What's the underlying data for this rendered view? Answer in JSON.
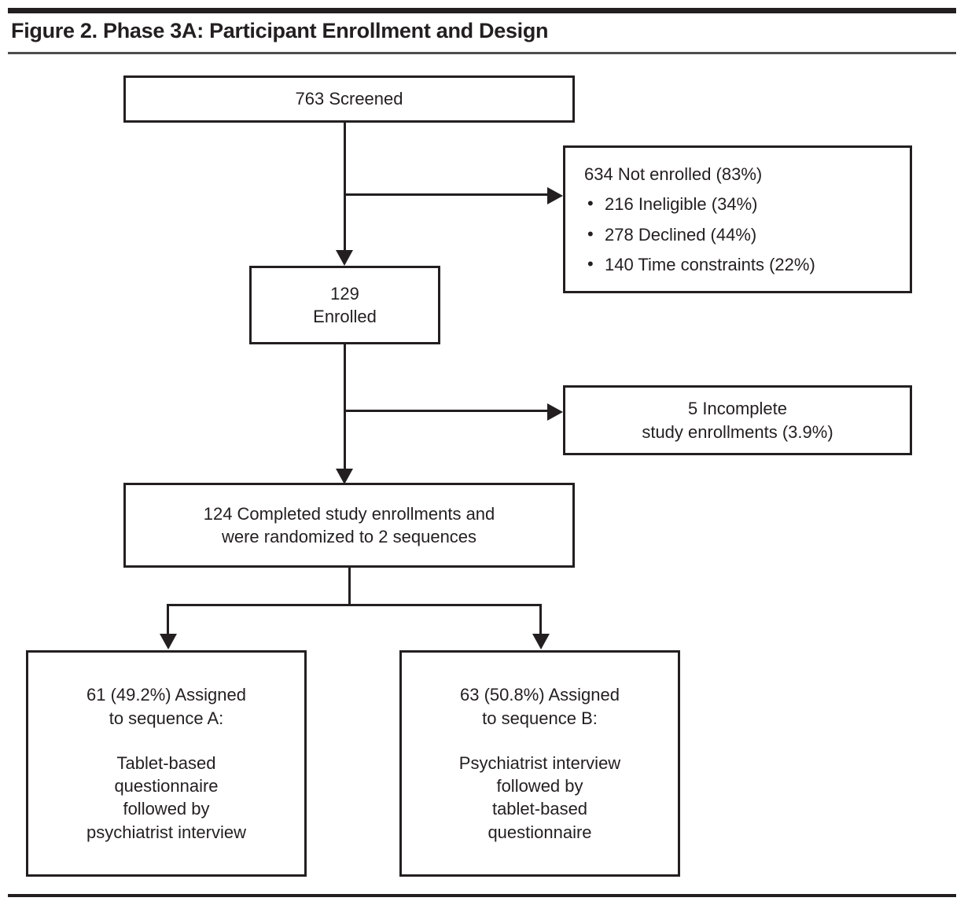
{
  "figure": {
    "title": "Figure 2. Phase 3A: Participant Enrollment and Design"
  },
  "nodes": {
    "screened": {
      "label": "763 Screened"
    },
    "not_enrolled": {
      "heading": "634 Not enrolled (83%)",
      "bullets": [
        "216 Ineligible  (34%)",
        "278 Declined  (44%)",
        "140 Time constraints (22%)"
      ]
    },
    "enrolled": {
      "line1": "129",
      "line2": "Enrolled"
    },
    "incomplete": {
      "line1": "5 Incomplete",
      "line2": "study enrollments (3.9%)"
    },
    "completed": {
      "line1": "124 Completed study enrollments and",
      "line2": "were randomized to 2 sequences"
    },
    "sequence_a": {
      "line1": "61 (49.2%) Assigned",
      "line2": "to sequence A:",
      "line3": "Tablet-based",
      "line4": "questionnaire",
      "line5": "followed by",
      "line6": "psychiatrist interview"
    },
    "sequence_b": {
      "line1": "63 (50.8%) Assigned",
      "line2": "to sequence B:",
      "line3": "Psychiatrist interview",
      "line4": "followed by",
      "line5": "tablet-based",
      "line6": "questionnaire"
    }
  },
  "chart_data": {
    "type": "diagram",
    "title": "Figure 2. Phase 3A: Participant Enrollment and Design",
    "flow": [
      {
        "id": "screened",
        "value": 763,
        "label": "763 Screened"
      },
      {
        "id": "not_enrolled",
        "value": 634,
        "percent": 83,
        "label": "634 Not enrolled (83%)",
        "children": [
          {
            "id": "ineligible",
            "value": 216,
            "percent": 34,
            "label": "216 Ineligible  (34%)"
          },
          {
            "id": "declined",
            "value": 278,
            "percent": 44,
            "label": "278 Declined  (44%)"
          },
          {
            "id": "time_constraints",
            "value": 140,
            "percent": 22,
            "label": "140 Time constraints (22%)"
          }
        ]
      },
      {
        "id": "enrolled",
        "value": 129,
        "label": "129 Enrolled"
      },
      {
        "id": "incomplete",
        "value": 5,
        "percent": 3.9,
        "label": "5 Incomplete study enrollments (3.9%)"
      },
      {
        "id": "completed",
        "value": 124,
        "label": "124 Completed study enrollments and were randomized to 2 sequences"
      },
      {
        "id": "sequence_a",
        "value": 61,
        "percent": 49.2,
        "label": "61 (49.2%) Assigned to sequence A: Tablet-based questionnaire followed by psychiatrist interview"
      },
      {
        "id": "sequence_b",
        "value": 63,
        "percent": 50.8,
        "label": "63 (50.8%) Assigned to sequence B: Psychiatrist interview followed by tablet-based questionnaire"
      }
    ],
    "colors": {
      "line": "#231f20",
      "background": "#ffffff",
      "text": "#231f20"
    }
  }
}
